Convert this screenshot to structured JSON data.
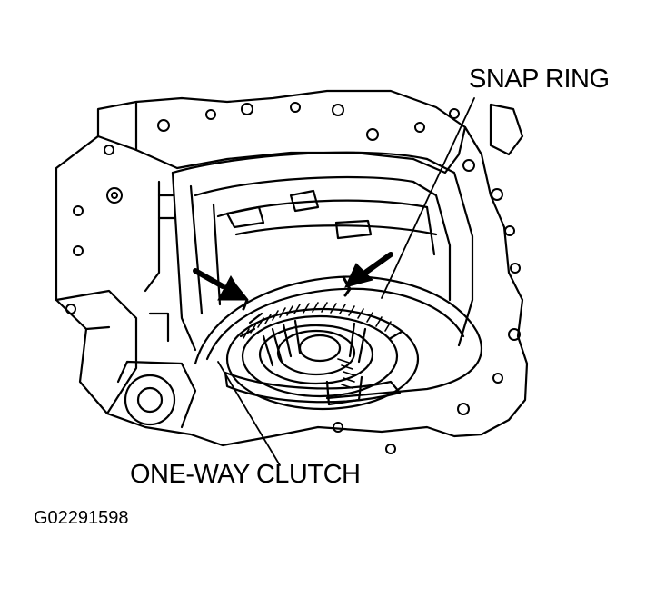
{
  "diagram": {
    "callouts": {
      "snap_ring": "SNAP RING",
      "one_way_clutch": "ONE-WAY CLUTCH"
    },
    "figure_id": "G02291598"
  },
  "colors": {
    "ink": "#000000",
    "paper": "#ffffff"
  }
}
